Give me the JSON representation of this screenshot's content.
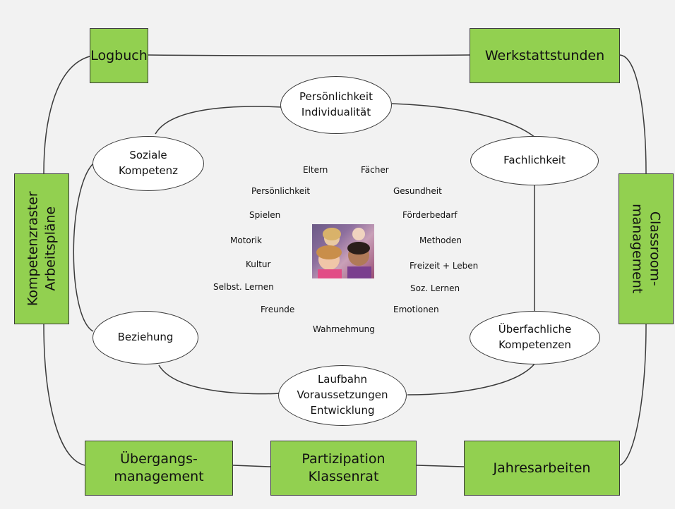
{
  "colors": {
    "box_fill": "#92d050",
    "border": "#3a3a3a",
    "background": "#f2f2f2"
  },
  "outer_boxes": {
    "logbuch": "Logbuch",
    "werkstatt": "Werkstattstunden",
    "kompetenzraster": "Kompetenzraster\nArbeitspläne",
    "classroom": "Classroom-\nmanagement",
    "uebergang": "Übergangs-\nmanagement",
    "partizipation": "Partizipation\nKlassenrat",
    "jahresarbeiten": "Jahresarbeiten"
  },
  "ellipses": {
    "persoenlichkeit": "Persönlichkeit\nIndividualität",
    "soziale": "Soziale\nKompetenz",
    "fachlichkeit": "Fachlichkeit",
    "beziehung": "Beziehung",
    "ueberfachlich": "Überfachliche\nKompetenzen",
    "laufbahn": "Laufbahn\nVoraussetzungen\nEntwicklung"
  },
  "center_words": {
    "eltern": "Eltern",
    "faecher": "Fächer",
    "persoenlichkeit": "Persönlichkeit",
    "gesundheit": "Gesundheit",
    "spielen": "Spielen",
    "foerderbedarf": "Förderbedarf",
    "motorik": "Motorik",
    "methoden": "Methoden",
    "kultur": "Kultur",
    "freizeit": "Freizeit  + Leben",
    "selbst_lernen": "Selbst. Lernen",
    "soz_lernen": "Soz. Lernen",
    "freunde": "Freunde",
    "emotionen": "Emotionen",
    "wahrnehmung": "Wahrnehmung"
  },
  "photo_subject": "children-photo"
}
